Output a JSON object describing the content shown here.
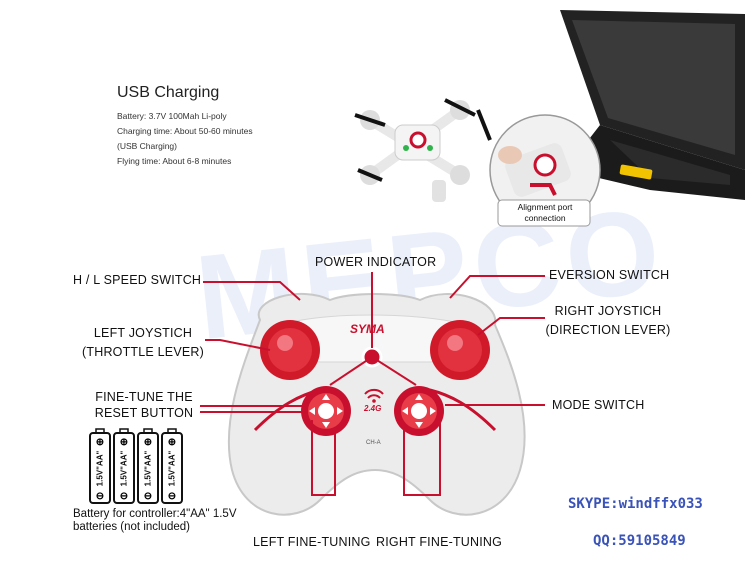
{
  "usb": {
    "title": "USB Charging",
    "battery": "Battery: 3.7V 100Mah Li-poly",
    "charging": "Charging time: About 50-60 minutes",
    "usb_note": "(USB Charging)",
    "flying": "Flying time: About 6-8 minutes"
  },
  "alignment_label": [
    "Alignment port",
    "connection"
  ],
  "watermark": "MEPCO",
  "labels": {
    "power_indicator": "POWER INDICATOR",
    "hl_speed": "H / L SPEED SWITCH",
    "eversion": "EVERSION SWITCH",
    "left_joystick": [
      "LEFT JOYSTICH",
      "(THROTTLE LEVER)"
    ],
    "right_joystick": [
      "RIGHT JOYSTICH",
      "(DIRECTION LEVER)"
    ],
    "fine_tune_reset": [
      "FINE-TUNE THE",
      "RESET BUTTON"
    ],
    "mode_switch": "MODE SWITCH",
    "left_fine": "LEFT FINE-TUNING",
    "right_fine": "RIGHT FINE-TUNING"
  },
  "controller": {
    "brand": "SYMA",
    "band": "2.4G",
    "channel": "CH-A"
  },
  "batteries": {
    "label": "1.5V\"AA\"",
    "count": 4
  },
  "battery_caption": [
    "Battery for controller:4\"AA\" 1.5V",
    "batteries (not included)"
  ],
  "contact": {
    "skype": "SKYPE:windffx033",
    "qq": "QQ:59105849"
  },
  "colors": {
    "accent": "#c8102e",
    "contact": "#3a53b8"
  }
}
